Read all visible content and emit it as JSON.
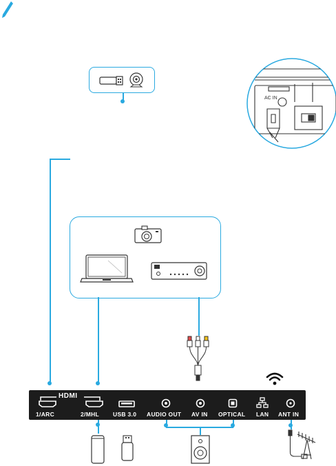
{
  "panel": {
    "hdmi_title": "HDMI",
    "ports": [
      {
        "label": "1/ARC"
      },
      {
        "label": "2/MHL"
      },
      {
        "label": "USB 3.0"
      },
      {
        "label": "AUDIO OUT"
      },
      {
        "label": "AV IN"
      },
      {
        "label": "OPTICAL"
      },
      {
        "label": "LAN"
      },
      {
        "label": "ANT IN"
      }
    ]
  },
  "colors": {
    "accent": "#29a9e0",
    "panel": "#1c1c1c",
    "icon_stroke": "#333333"
  },
  "icons": [
    "pencil-icon",
    "usb-webcam-icon",
    "power-switch-icon",
    "camera-icon",
    "laptop-icon",
    "av-receiver-icon",
    "rca-cable-icon",
    "wifi-icon",
    "phone-icon",
    "usb-drive-icon",
    "speaker-icon",
    "antenna-icon"
  ]
}
